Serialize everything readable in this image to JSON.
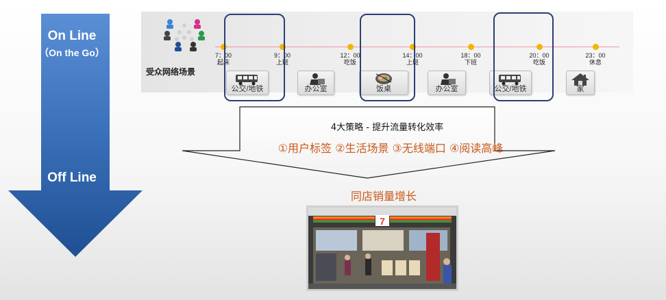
{
  "left_arrow": {
    "online_title": "On Line",
    "online_subtitle": "（On the Go）",
    "offline_title": "Off Line"
  },
  "timeline": {
    "audience_title": "受众网络场景",
    "times": [
      {
        "time": "7：00",
        "label": "起床"
      },
      {
        "time": "9：00",
        "label": "上班"
      },
      {
        "time": "12：00",
        "label": "吃饭"
      },
      {
        "time": "14：00",
        "label": "上班"
      },
      {
        "time": "18：00",
        "label": "下班"
      },
      {
        "time": "20：00",
        "label": "吃饭"
      },
      {
        "time": "23：00",
        "label": "休息"
      }
    ],
    "scenes": [
      {
        "label": "公交/地铁",
        "icon": "bus-icon"
      },
      {
        "label": "办公室",
        "icon": "office-worker-icon"
      },
      {
        "label": "饭桌",
        "icon": "food-bowl-icon"
      },
      {
        "label": "办公室",
        "icon": "office-worker-icon"
      },
      {
        "label": "公交/地铁",
        "icon": "bus-icon"
      },
      {
        "label": "家",
        "icon": "house-icon"
      }
    ]
  },
  "strategy": {
    "title": "4大策略 - 提升流量转化效率",
    "items": "①用户标签 ②生活场景 ③无线端口 ④阅读高峰"
  },
  "result": {
    "title": "同店销量增长",
    "store_sign": "7"
  },
  "colors": {
    "arrow_blue": "#3a70b8",
    "highlight_navy": "#2b3f73",
    "accent_orange": "#c85a1a",
    "dot_yellow": "#f5b400"
  }
}
